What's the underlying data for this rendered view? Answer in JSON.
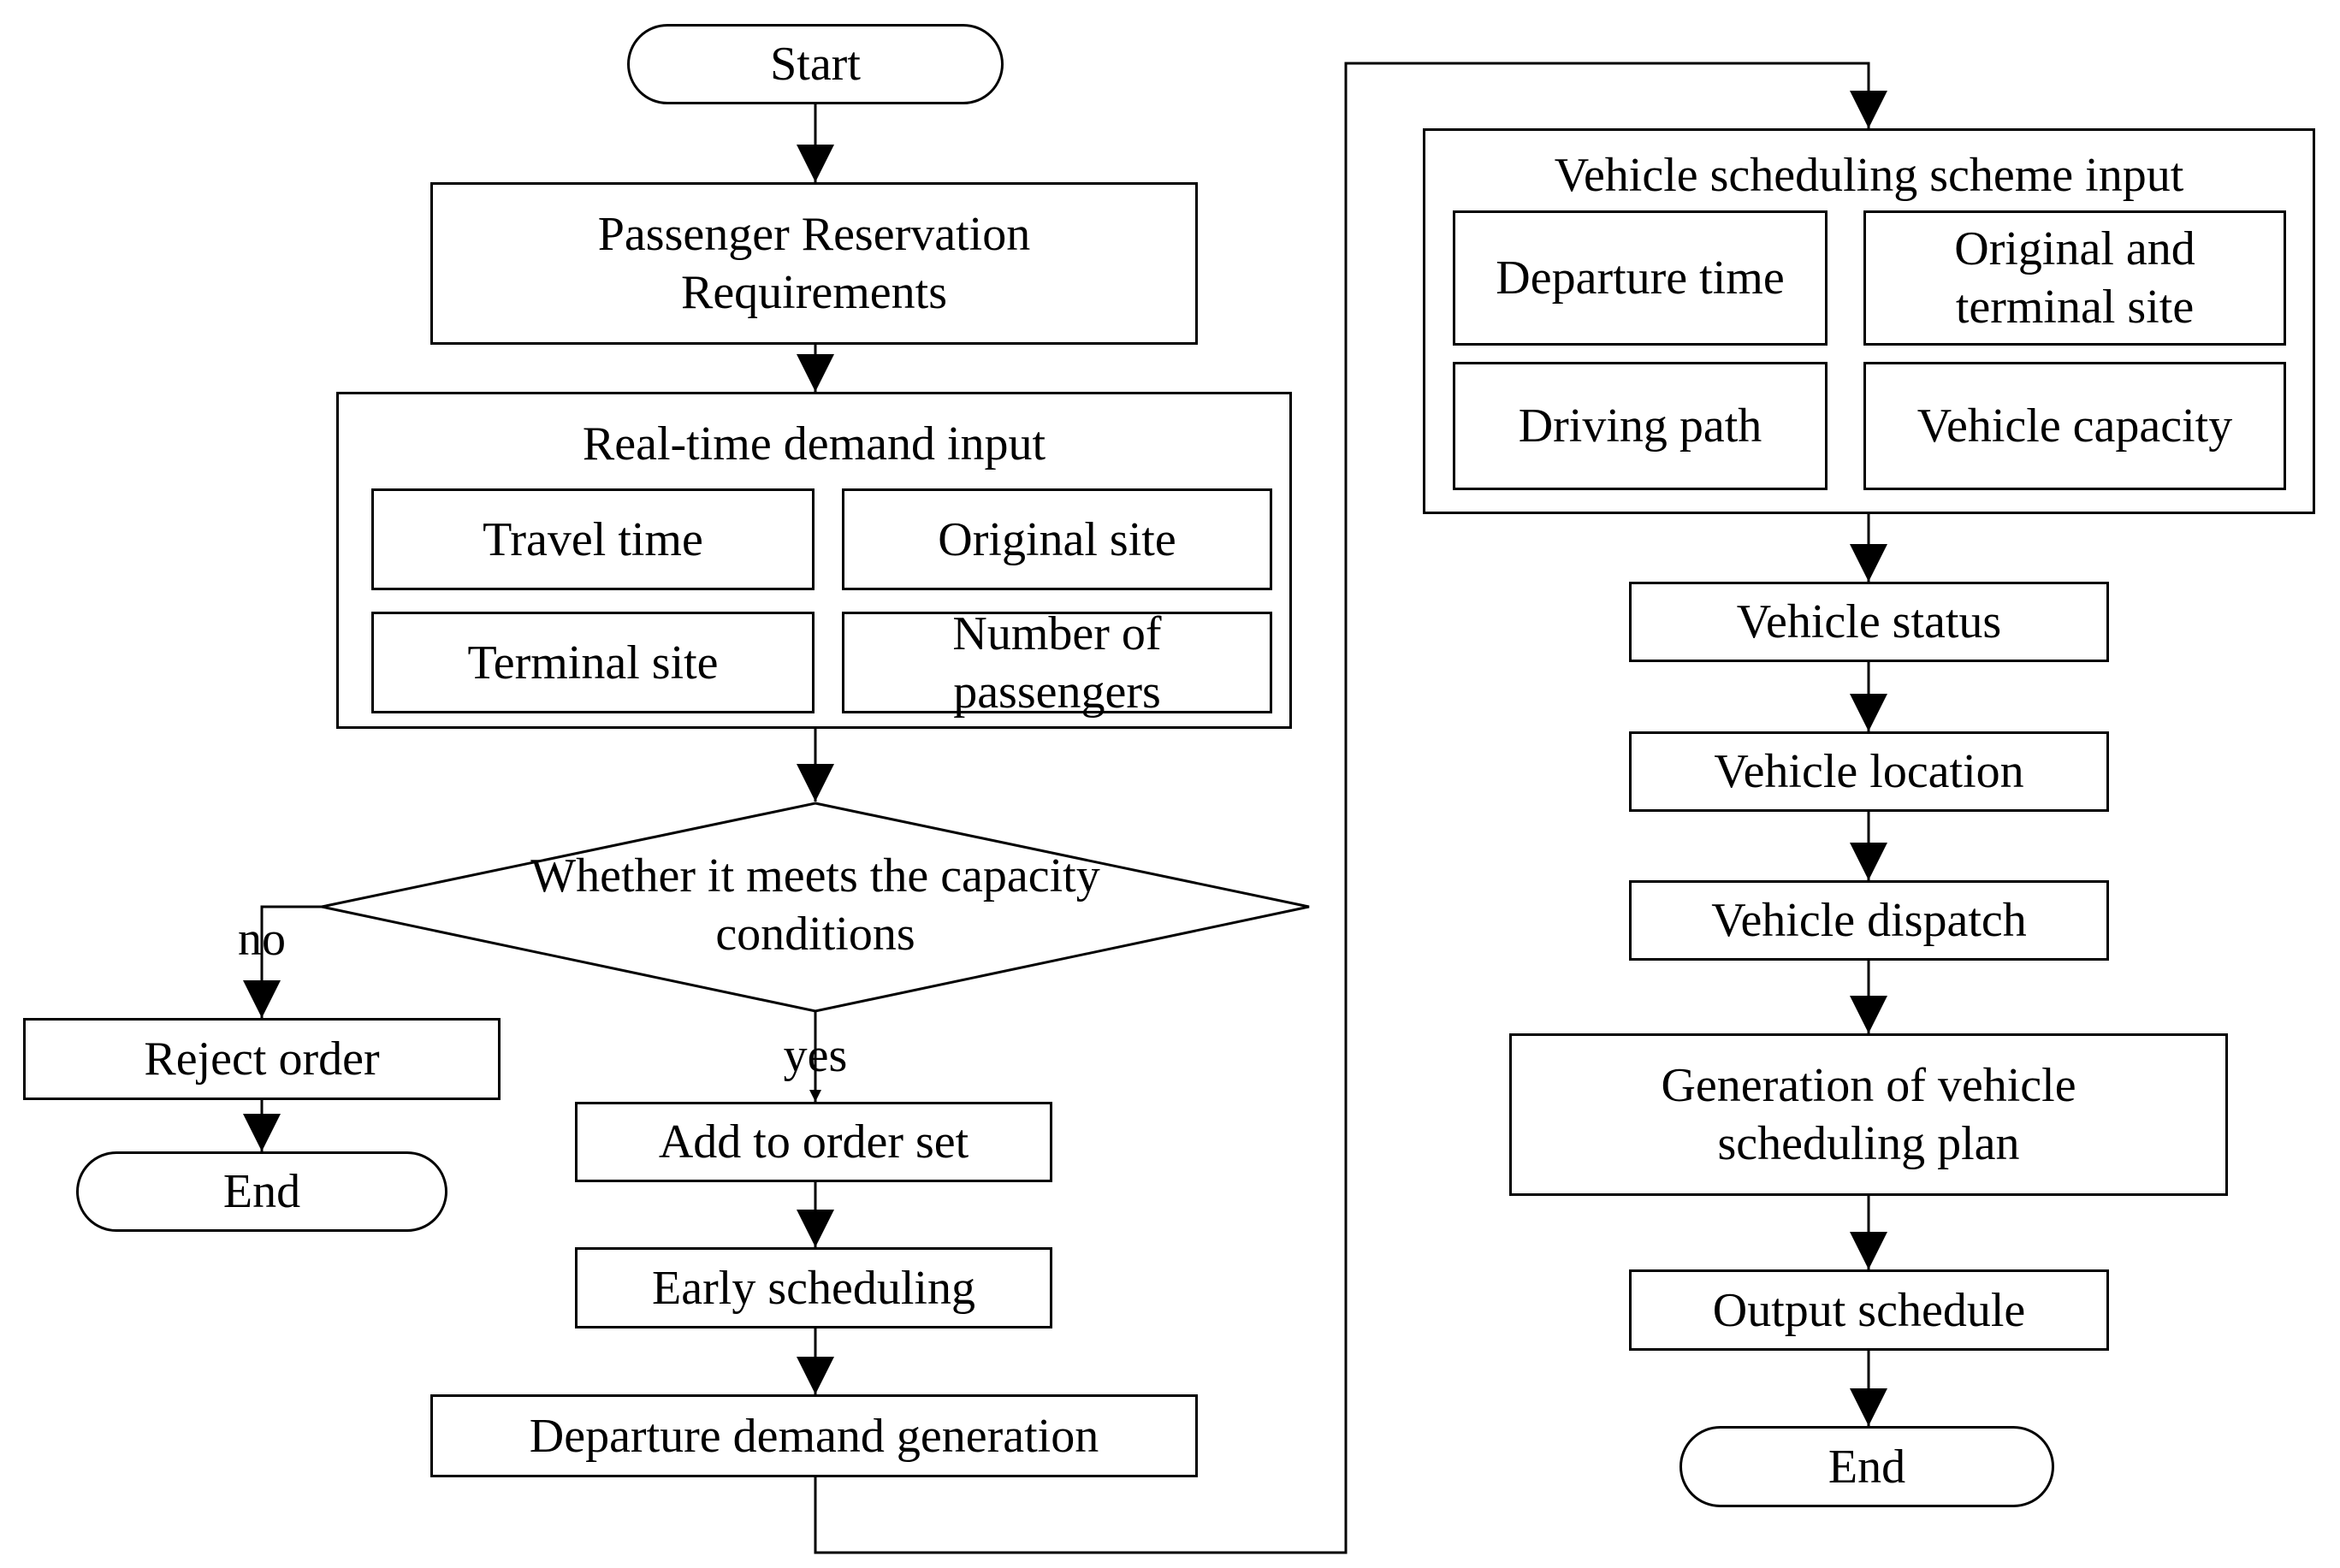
{
  "left_flow": {
    "start": "Start",
    "reservation": "Passenger Reservation\nRequirements",
    "realtime_group": {
      "title": "Real-time demand input",
      "travel_time": "Travel time",
      "original_site": "Original site",
      "terminal_site": "Terminal site",
      "num_passengers": "Number of\npassengers"
    },
    "decision": "Whether it meets the capacity\nconditions",
    "no_label": "no",
    "yes_label": "yes",
    "reject": "Reject order",
    "end_left": "End",
    "add_order": "Add to order set",
    "early_scheduling": "Early scheduling",
    "departure_demand": "Departure demand generation"
  },
  "right_flow": {
    "scheme_group": {
      "title": "Vehicle scheduling scheme input",
      "departure_time": "Departure time",
      "orig_terminal": "Original and\nterminal site",
      "driving_path": "Driving path",
      "vehicle_capacity": "Vehicle capacity"
    },
    "vehicle_status": "Vehicle status",
    "vehicle_location": "Vehicle location",
    "vehicle_dispatch": "Vehicle dispatch",
    "generation_plan": "Generation of vehicle\nscheduling plan",
    "output_schedule": "Output schedule",
    "end_right": "End"
  }
}
